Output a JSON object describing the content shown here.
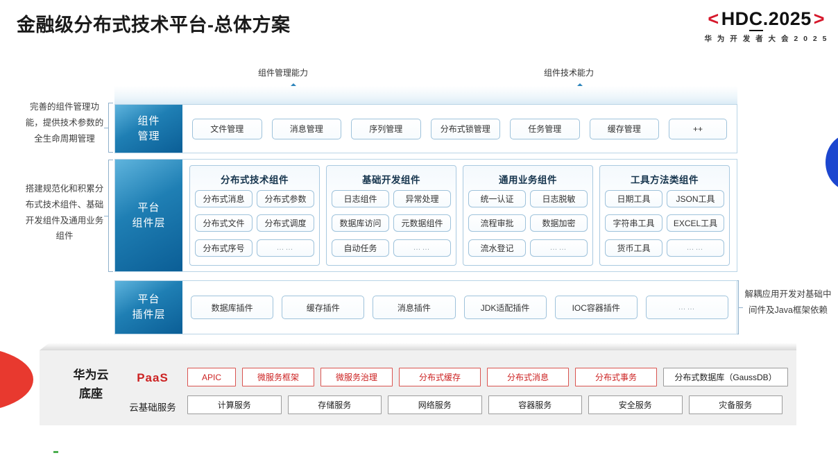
{
  "header": {
    "title": "金融级分布式技术平台-总体方案",
    "logo_main_left_bracket": "<",
    "logo_main_text_a": "HD",
    "logo_main_text_b": "C",
    "logo_main_text_c": ".2025",
    "logo_main_right_bracket": ">",
    "logo_sub": "华 为 开 发 者 大 会 2 0 2 5"
  },
  "arrows": [
    {
      "label": "组件管理能力"
    },
    {
      "label": "组件技术能力"
    }
  ],
  "side_notes": {
    "left_top": "完善的组件管理功能，提供技术参数的全生命周期管理",
    "left_bottom": "搭建规范化和积累分布式技术组件、基础开发组件及通用业务组件",
    "right": "解耦应用开发对基础中间件及Java框架依赖"
  },
  "component_management": {
    "label": "组件\n管理",
    "label_line1": "组件",
    "label_line2": "管理",
    "items": [
      {
        "text": "文件管理"
      },
      {
        "text": "消息管理"
      },
      {
        "text": "序列管理"
      },
      {
        "text": "分布式锁管理"
      },
      {
        "text": "任务管理"
      },
      {
        "text": "缓存管理"
      },
      {
        "text": "++"
      }
    ]
  },
  "platform_component_layer": {
    "label_line1": "平台",
    "label_line2": "组件层",
    "groups": [
      {
        "title": "分布式技术组件",
        "items": [
          "分布式消息",
          "分布式参数",
          "分布式文件",
          "分布式调度",
          "分布式序号",
          "……"
        ]
      },
      {
        "title": "基础开发组件",
        "items": [
          "日志组件",
          "异常处理",
          "数据库访问",
          "元数据组件",
          "自动任务",
          "……"
        ]
      },
      {
        "title": "通用业务组件",
        "items": [
          "统一认证",
          "日志脱敏",
          "流程审批",
          "数据加密",
          "流水登记",
          "……"
        ]
      },
      {
        "title": "工具方法类组件",
        "items": [
          "日期工具",
          "JSON工具",
          "字符串工具",
          "EXCEL工具",
          "货币工具",
          "……"
        ]
      }
    ]
  },
  "platform_plugin_layer": {
    "label_line1": "平台",
    "label_line2": "插件层",
    "items": [
      {
        "text": "数据库插件"
      },
      {
        "text": "缓存插件"
      },
      {
        "text": "消息插件"
      },
      {
        "text": "JDK适配插件"
      },
      {
        "text": "IOC容器插件"
      },
      {
        "text": "……"
      }
    ]
  },
  "base": {
    "title_line1": "华为云",
    "title_line2": "底座",
    "paas_label": "PaaS",
    "iaas_label": "云基础服务",
    "paas_items": [
      {
        "text": "APIC",
        "style": "red",
        "width": 70
      },
      {
        "text": "微服务框架",
        "style": "red",
        "width": 104
      },
      {
        "text": "微服务治理",
        "style": "red",
        "width": 104
      },
      {
        "text": "分布式缓存",
        "style": "red",
        "width": 118
      },
      {
        "text": "分布式消息",
        "style": "red",
        "width": 118
      },
      {
        "text": "分布式事务",
        "style": "red",
        "width": 118
      },
      {
        "text": "分布式数据库（GaussDB）",
        "style": "plain",
        "width": 180
      }
    ],
    "iaas_items": [
      {
        "text": "计算服务"
      },
      {
        "text": "存储服务"
      },
      {
        "text": "网络服务"
      },
      {
        "text": "容器服务"
      },
      {
        "text": "安全服务"
      },
      {
        "text": "灾备服务"
      }
    ]
  },
  "colors": {
    "brand_red": "#d6172b",
    "paas_red": "#cc2222",
    "layer_blue": "#1f7fb4",
    "arrow_blue": "#2e87bd",
    "lens_blue": "#1c46cf",
    "wedge_red": "#e8392f"
  }
}
